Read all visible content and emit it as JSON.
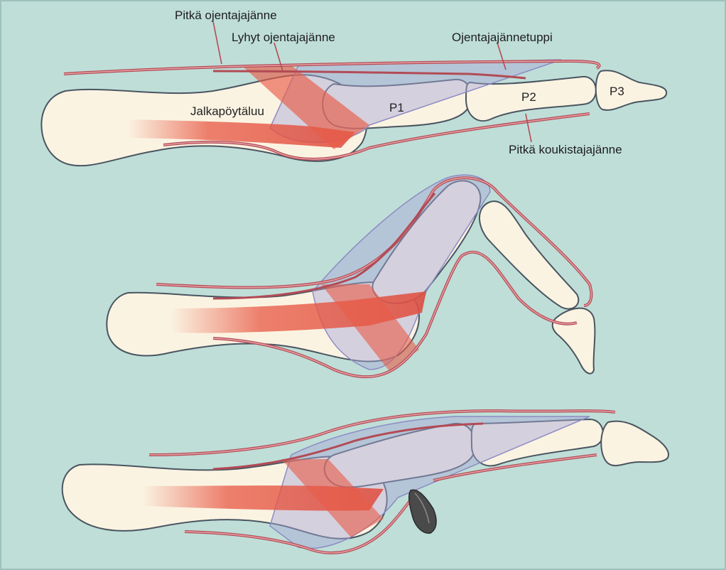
{
  "figure": {
    "labels": {
      "long_extensor": "Pitkä ojentajajänne",
      "short_extensor": "Lyhyt ojentajajänne",
      "extensor_hood": "Ojentajajännetuppi",
      "metatarsal": "Jalkapöytäluu",
      "p1": "P1",
      "p2": "P2",
      "p3": "P3",
      "long_flexor": "Pitkä koukistajajänne"
    },
    "colors": {
      "background": "#bfded8",
      "bone_fill": "#fbf3e2",
      "bone_outline": "#4a5560",
      "tendon": "#c0606a",
      "muscle": "#e85c48",
      "hood": "#a7a7d6",
      "blade": "#4a4a4a"
    }
  }
}
